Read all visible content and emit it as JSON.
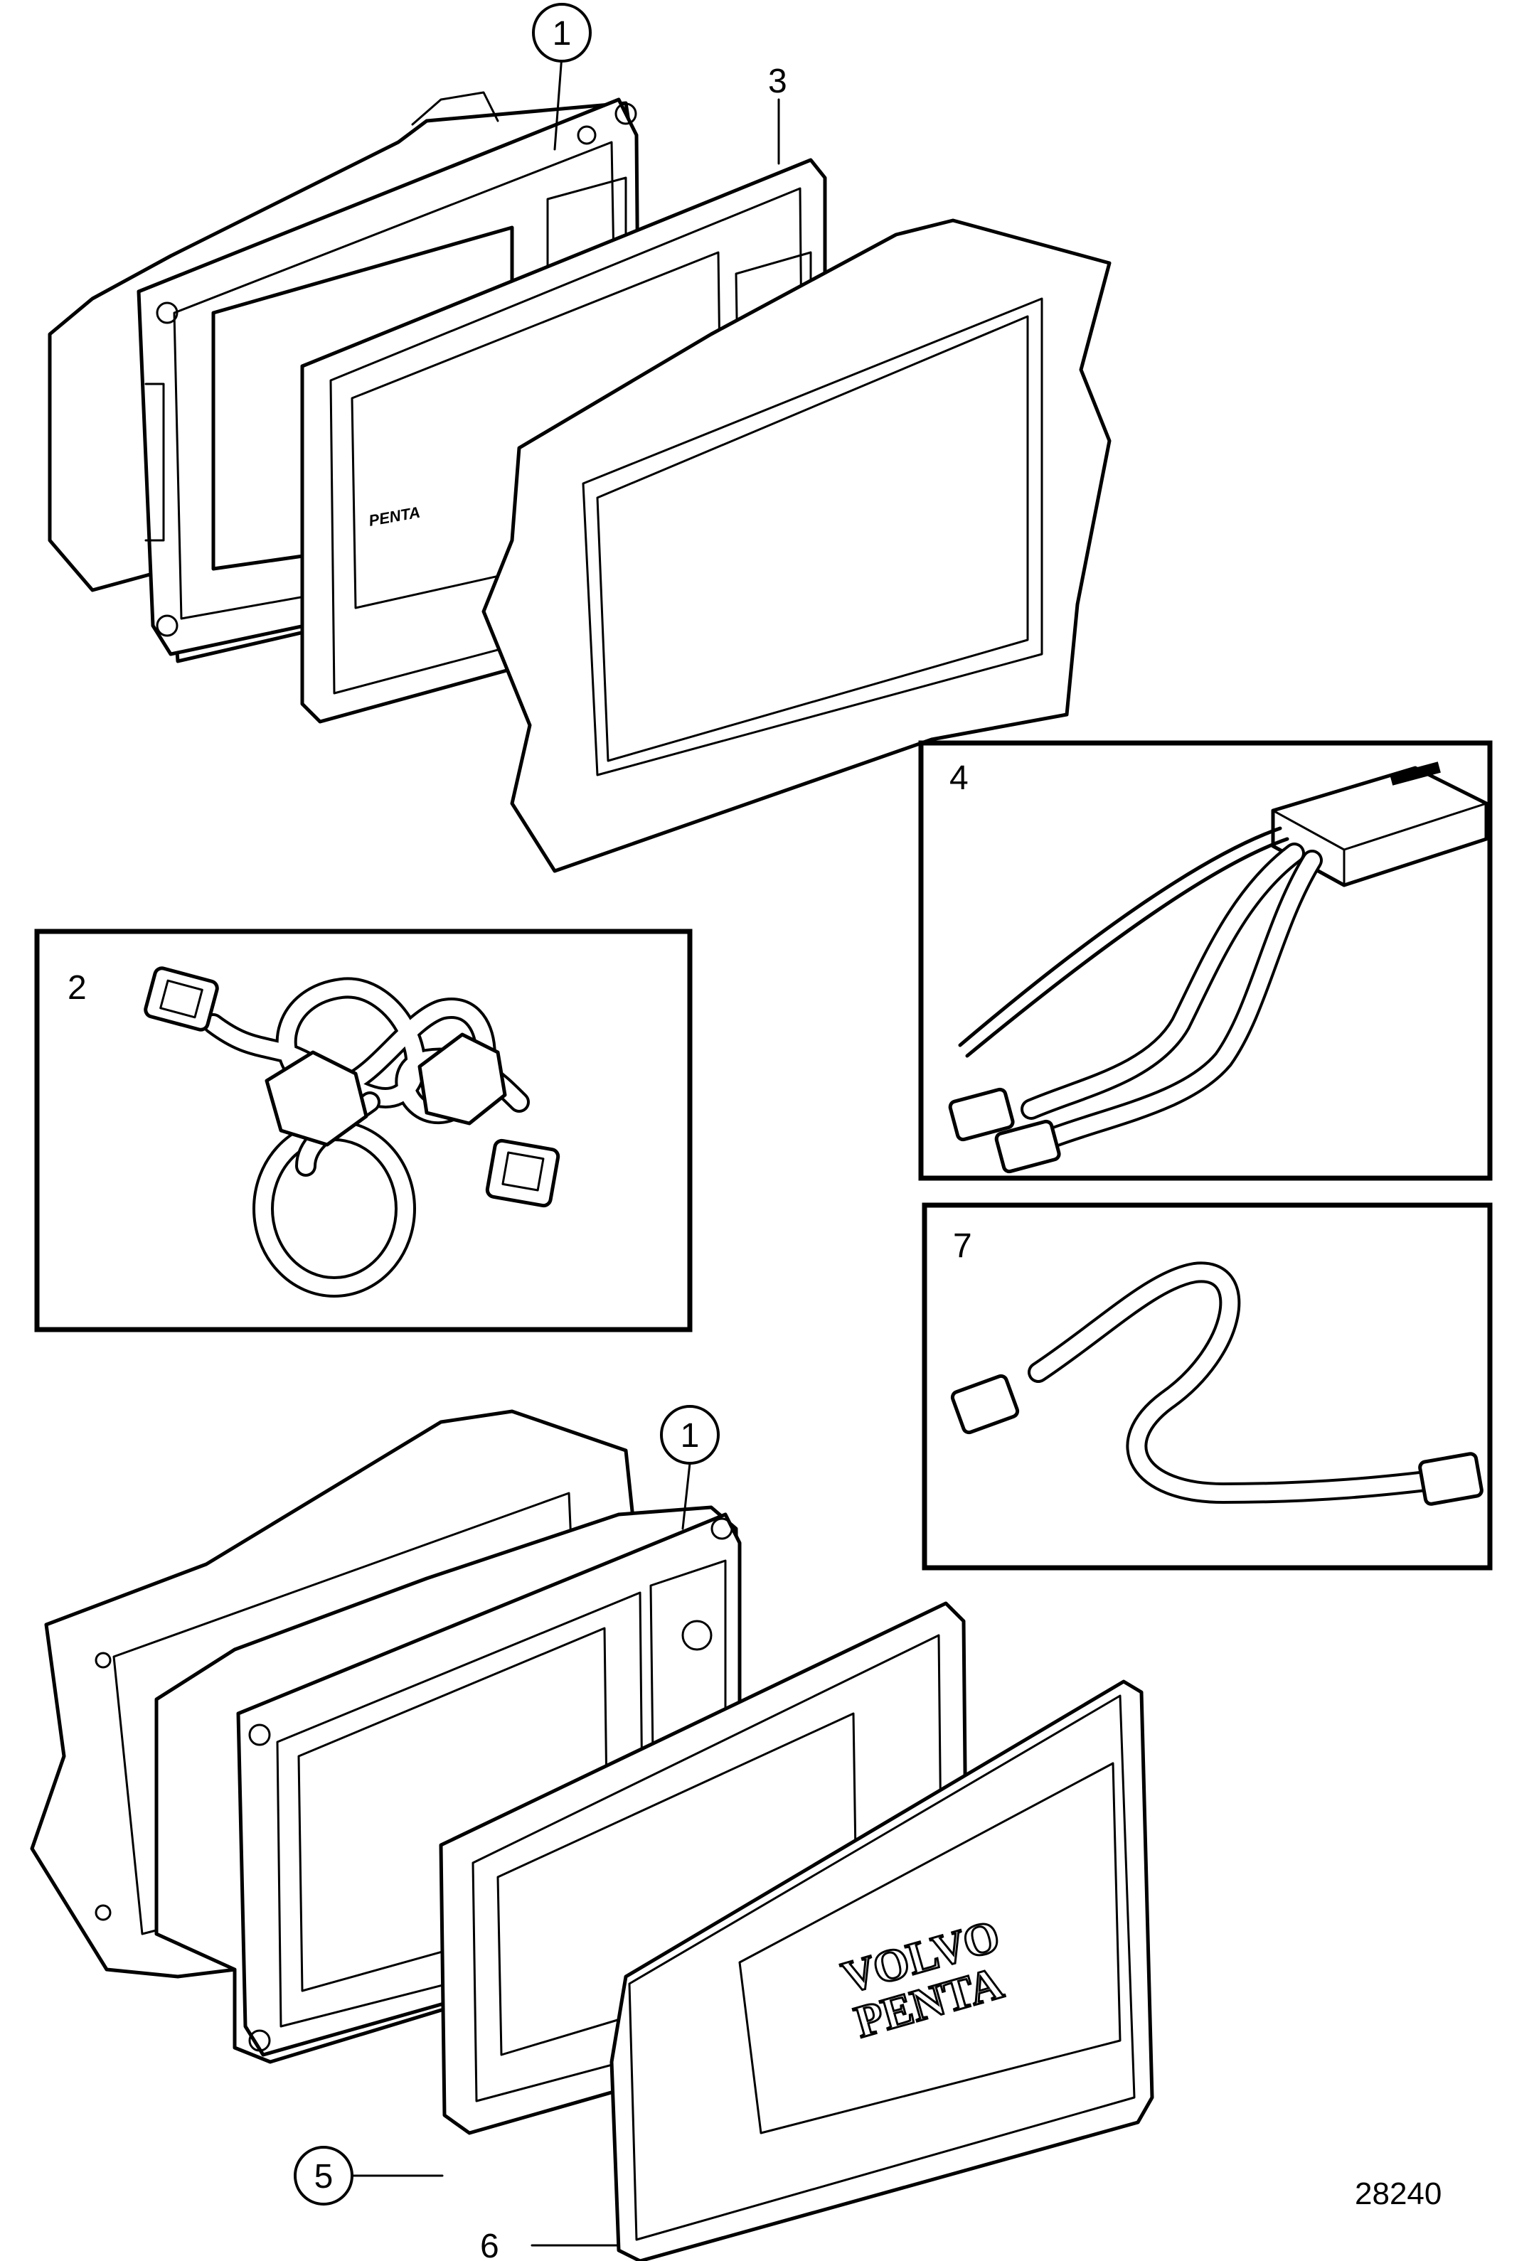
{
  "callouts": [
    {
      "id": "1",
      "text": "1"
    },
    {
      "id": "1b",
      "text": "1"
    },
    {
      "id": "5",
      "text": "5"
    }
  ],
  "labels": {
    "part2": "2",
    "part3": "3",
    "part4": "4",
    "part6": "6",
    "part7": "7"
  },
  "brand": {
    "cover_line1": "VOLVO",
    "cover_line2": "PENTA",
    "bezel_text": "PENTA"
  },
  "figure_number": "28240"
}
